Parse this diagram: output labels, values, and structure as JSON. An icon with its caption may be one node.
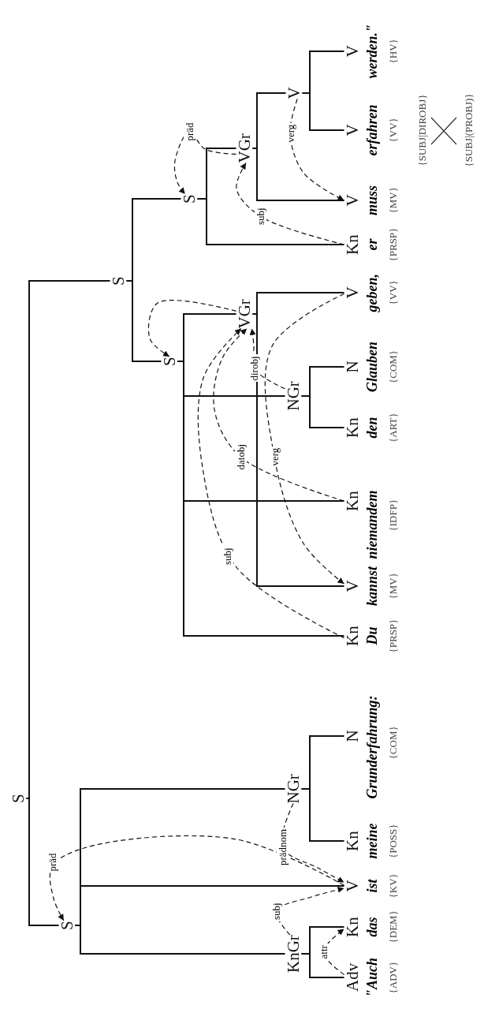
{
  "diagram": {
    "nodes": [
      {
        "text": [
          "S"
        ]
      },
      {
        "text": [
          "S"
        ]
      },
      {
        "text": [
          "KnGr"
        ]
      },
      {
        "text": [
          "NGr"
        ]
      },
      {
        "text": [
          "S"
        ]
      },
      {
        "text": [
          "S"
        ]
      },
      {
        "text": [
          "VGr"
        ]
      },
      {
        "text": [
          "NGr"
        ]
      },
      {
        "text": [
          "S"
        ]
      },
      {
        "text": [
          "VGr"
        ]
      },
      {
        "text": [
          "V"
        ]
      },
      {
        "text": [
          "Adv"
        ],
        "beside": [
          "\"Auch",
          "{ADV}"
        ]
      },
      {
        "text": [
          "Kn"
        ],
        "beside": [
          "das",
          "{DEM}"
        ]
      },
      {
        "text": [
          "V"
        ],
        "beside": [
          "ist",
          "{KV}"
        ]
      },
      {
        "text": [
          "Kn"
        ],
        "beside": [
          "meine",
          "{POSS}"
        ]
      },
      {
        "text": [
          "N"
        ],
        "beside": [
          "Grunderfahrung:",
          "{COM}"
        ]
      },
      {
        "text": [
          "Kn"
        ],
        "beside": [
          "Du",
          "{PRSP}"
        ]
      },
      {
        "text": [
          "V"
        ],
        "beside": [
          "kannst",
          "{MV}"
        ]
      },
      {
        "text": [
          "Kn"
        ],
        "beside": [
          "niemandem",
          "{IDFP}"
        ]
      },
      {
        "text": [
          "Kn"
        ],
        "beside": [
          "den",
          "{ART}"
        ]
      },
      {
        "text": [
          "N"
        ],
        "beside": [
          "Glauben",
          "{COM}"
        ]
      },
      {
        "text": [
          "V"
        ],
        "beside": [
          "geben,",
          "{VV}"
        ]
      },
      {
        "text": [
          "Kn"
        ],
        "beside": [
          "er",
          "{PRSP}"
        ]
      },
      {
        "text": [
          "V"
        ],
        "beside": [
          "muss",
          "{MV}"
        ]
      },
      {
        "text": [
          "V"
        ],
        "beside": [
          "erfahren",
          "{VV}"
        ]
      },
      {
        "text": [
          "V"
        ],
        "beside": [
          "werden.\"",
          "{HV}"
        ]
      }
    ],
    "edges": [
      {
        "from": 0,
        "to": 1,
        "arrow": "none"
      },
      {
        "from": 0,
        "to": 4,
        "arrow": "none"
      },
      {
        "from": 1,
        "to": 2,
        "arrow": "none"
      },
      {
        "from": 1,
        "to": 13,
        "arrow": "none"
      },
      {
        "from": 1,
        "to": 3,
        "arrow": "none"
      },
      {
        "from": 2,
        "to": 11,
        "arrow": "none"
      },
      {
        "from": 2,
        "to": 12,
        "arrow": "none"
      },
      {
        "from": 3,
        "to": 14,
        "arrow": "none"
      },
      {
        "from": 3,
        "to": 15,
        "arrow": "none"
      },
      {
        "from": 4,
        "to": 5,
        "arrow": "none"
      },
      {
        "from": 4,
        "to": 8,
        "arrow": "none"
      },
      {
        "from": 5,
        "to": 16,
        "arrow": "none"
      },
      {
        "from": 5,
        "to": 18,
        "arrow": "none"
      },
      {
        "from": 5,
        "to": 7,
        "arrow": "none"
      },
      {
        "from": 5,
        "to": 6,
        "arrow": "none"
      },
      {
        "from": 6,
        "to": 17,
        "arrow": "none"
      },
      {
        "from": 6,
        "to": 21,
        "arrow": "none"
      },
      {
        "from": 7,
        "to": 19,
        "arrow": "none"
      },
      {
        "from": 7,
        "to": 20,
        "arrow": "none"
      },
      {
        "from": 8,
        "to": 22,
        "arrow": "none"
      },
      {
        "from": 8,
        "to": 9,
        "arrow": "none"
      },
      {
        "from": 9,
        "to": 23,
        "arrow": "none"
      },
      {
        "from": 9,
        "to": 10,
        "arrow": "none"
      },
      {
        "from": 10,
        "to": 24,
        "arrow": "none"
      },
      {
        "from": 10,
        "to": 25,
        "arrow": "none"
      },
      {
        "from": 11,
        "to": 12,
        "arrow": "to",
        "label": "attr",
        "style": "dashed"
      },
      {
        "from": 2,
        "to": 13,
        "arrow": "to",
        "label": "subj",
        "style": "dashed"
      },
      {
        "from": 3,
        "to": 13,
        "arrow": "to",
        "label": "prädnom",
        "style": "dashed"
      },
      {
        "from": 13,
        "to": 1,
        "arrow": "to",
        "label": "präd",
        "style": "dashed"
      },
      {
        "from": 16,
        "to": 6,
        "arrow": "to",
        "label": "subj",
        "style": "dashed"
      },
      {
        "from": 18,
        "to": 6,
        "arrow": "to",
        "label": "datobj",
        "style": "dashed"
      },
      {
        "from": 7,
        "to": 6,
        "arrow": "to",
        "label": "dirobj",
        "style": "dashed"
      },
      {
        "from": 21,
        "to": 17,
        "arrow": "to",
        "label": "verg",
        "style": "dashed"
      },
      {
        "from": 6,
        "to": 5,
        "arrow": "to",
        "style": "dashed"
      },
      {
        "from": 22,
        "to": 9,
        "arrow": "to",
        "label": "subj",
        "style": "dashed"
      },
      {
        "from": 10,
        "to": 23,
        "arrow": "to",
        "label": "verg",
        "style": "dashed"
      },
      {
        "from": 9,
        "to": 8,
        "arrow": "to",
        "label": "präd",
        "style": "dashed"
      }
    ],
    "labels": [
      "{SUBJ|DIROBJ}",
      "{SUBJ|(PROBJ)}"
    ]
  }
}
